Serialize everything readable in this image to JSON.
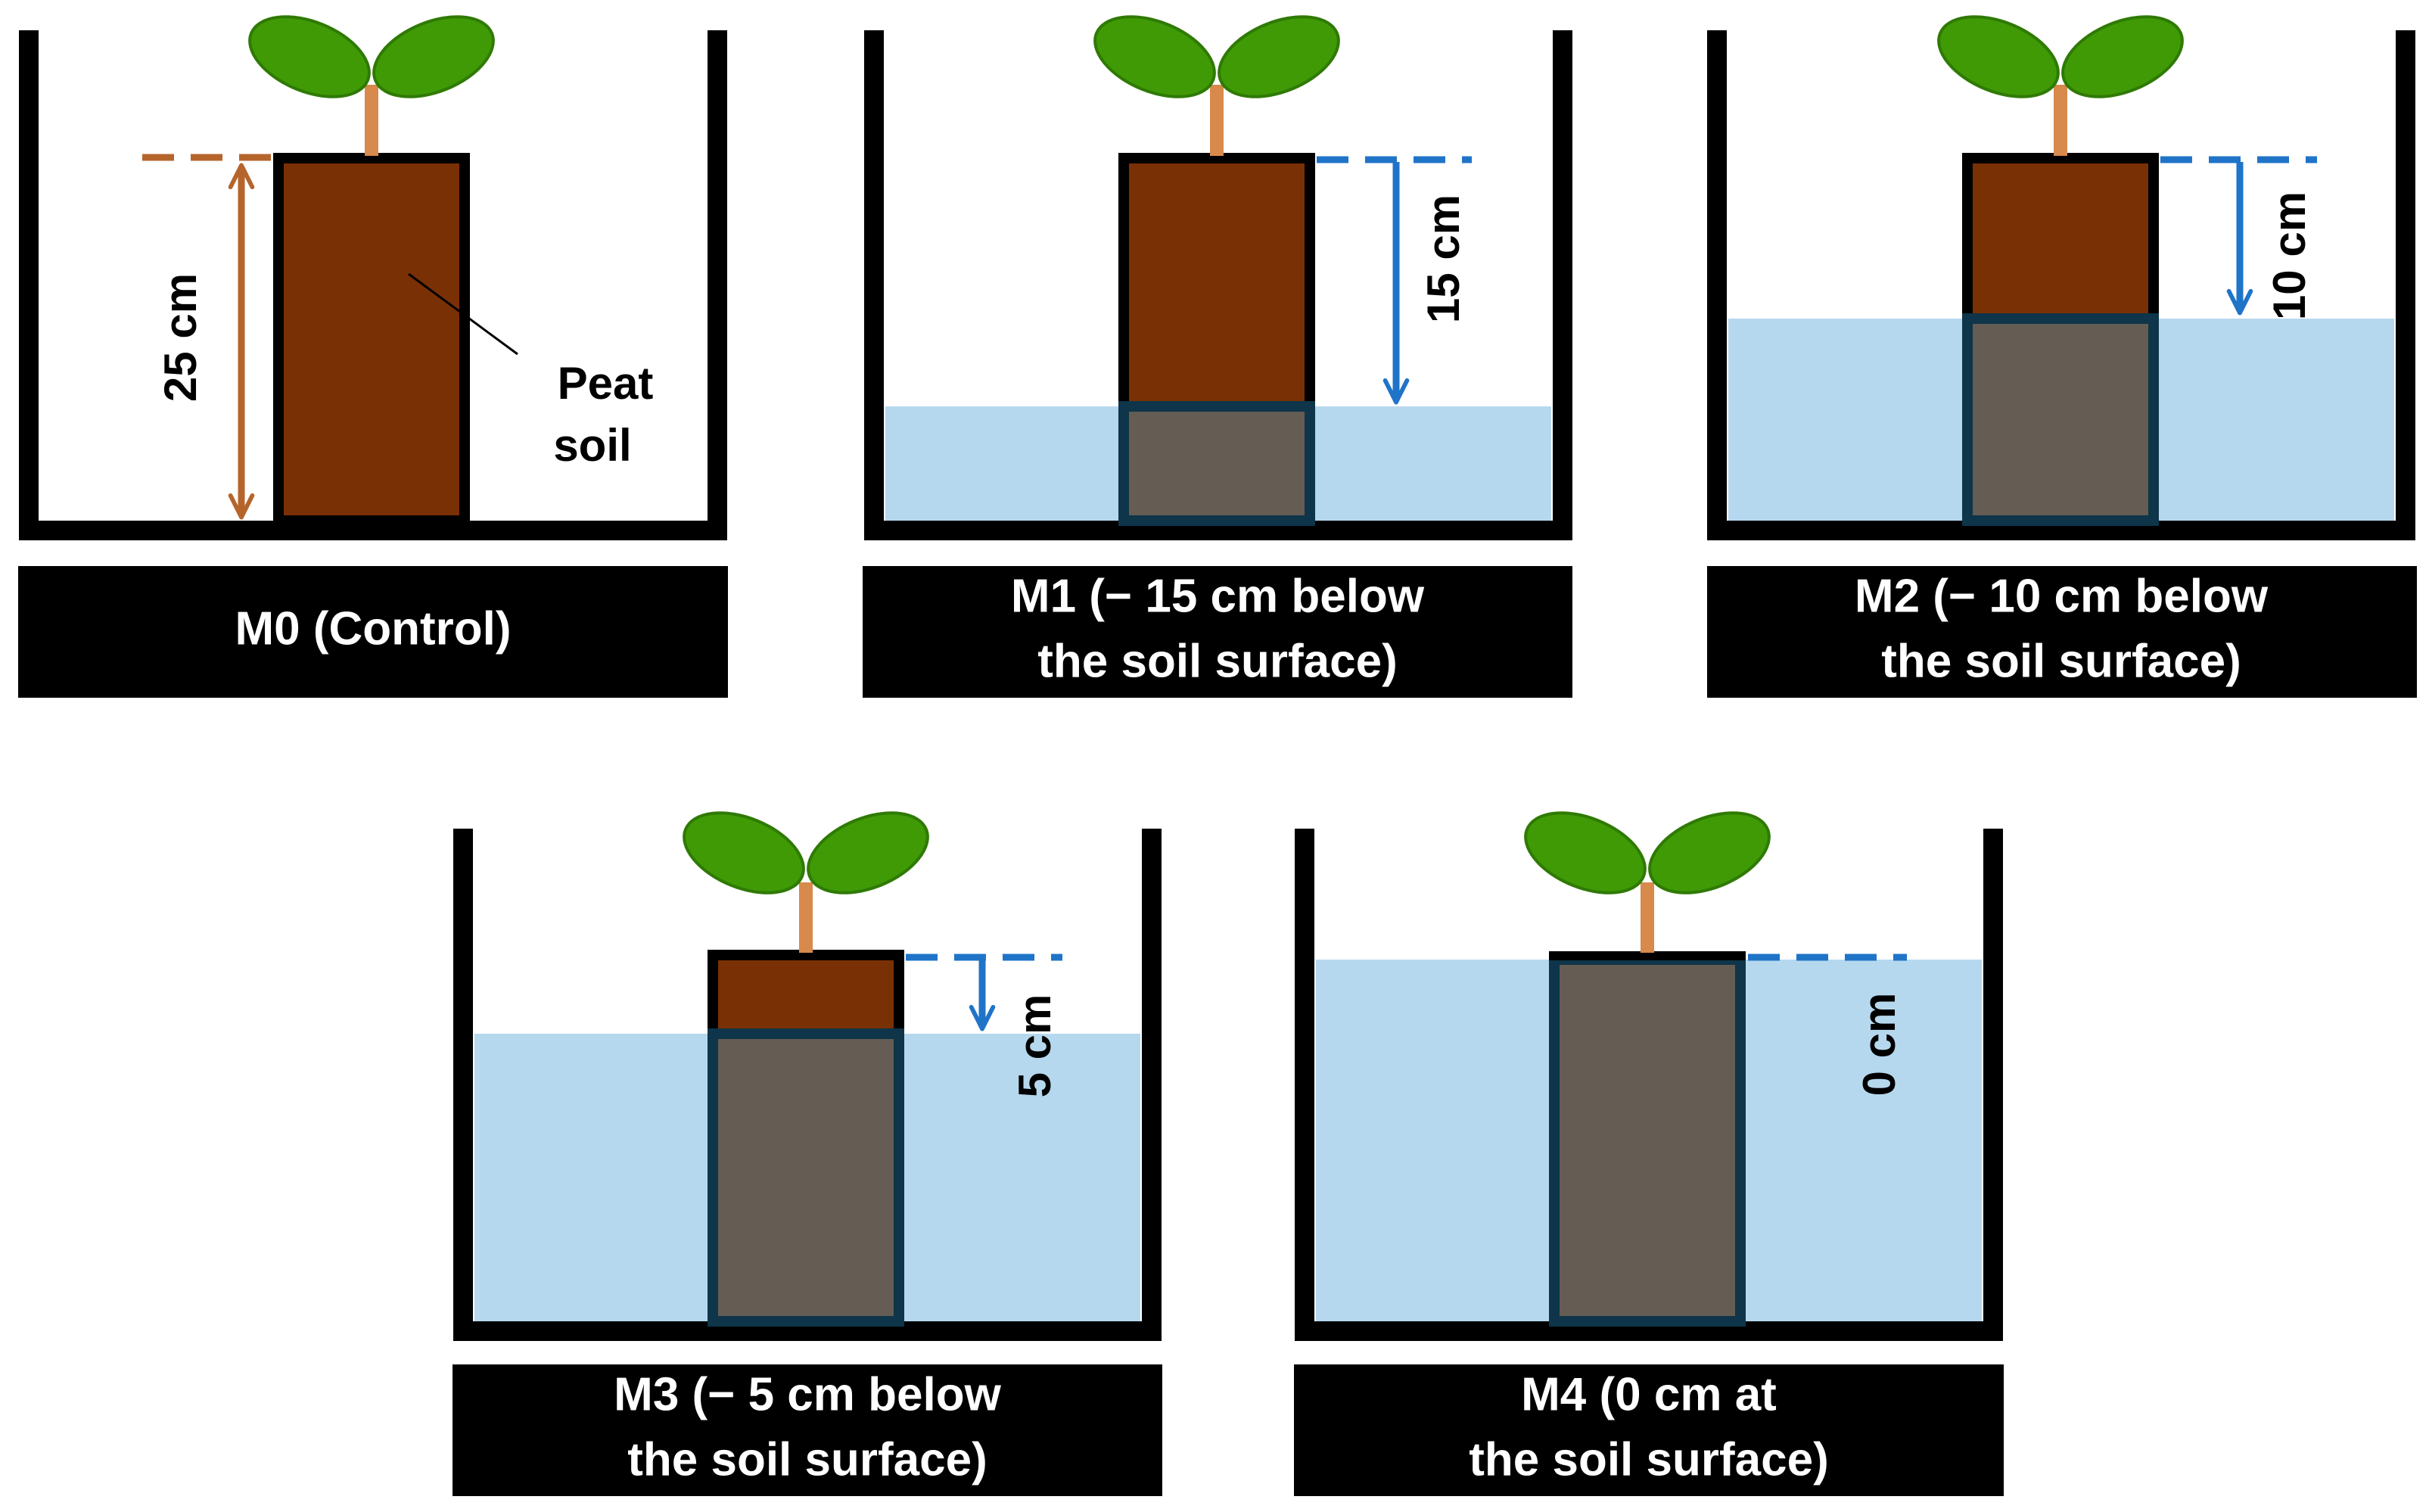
{
  "colors": {
    "container": "#000000",
    "soil": "#7A3005",
    "submerged_soil": "#655C53",
    "submerged_border": "#0E3549",
    "water": "#B6D8EE",
    "leaf": "#3F9A06",
    "leaf_edge": "#2F7A04",
    "stem": "#D8894C",
    "control_marker": "#B5652B",
    "depth_marker": "#1F74C8",
    "caption_bg": "#000000",
    "caption_text": "#FFFFFF"
  },
  "icons": {
    "plant": "seedling-icon",
    "depth_arrow": "arrow-down-icon",
    "measure_arrow": "double-arrow-icon"
  },
  "soil_label": {
    "line1": "Peat",
    "line2": "soil"
  },
  "control_height_label": "25 cm",
  "treatments": [
    {
      "id": "M0",
      "caption_line1": "M0 (Control)",
      "caption_line2": "",
      "depth_label": "",
      "water_depth_below_surface_cm": null
    },
    {
      "id": "M1",
      "caption_line1": "M1 (− 15 cm below",
      "caption_line2": "the soil surface)",
      "depth_label": "15 cm",
      "water_depth_below_surface_cm": 15
    },
    {
      "id": "M2",
      "caption_line1": "M2 (− 10 cm below",
      "caption_line2": "the soil surface)",
      "depth_label": "10 cm",
      "water_depth_below_surface_cm": 10
    },
    {
      "id": "M3",
      "caption_line1": "M3 (− 5 cm below",
      "caption_line2": "the soil surface)",
      "depth_label": "5 cm",
      "water_depth_below_surface_cm": 5
    },
    {
      "id": "M4",
      "caption_line1": "M4 (0 cm at",
      "caption_line2": "the soil surface)",
      "depth_label": "0 cm",
      "water_depth_below_surface_cm": 0
    }
  ]
}
